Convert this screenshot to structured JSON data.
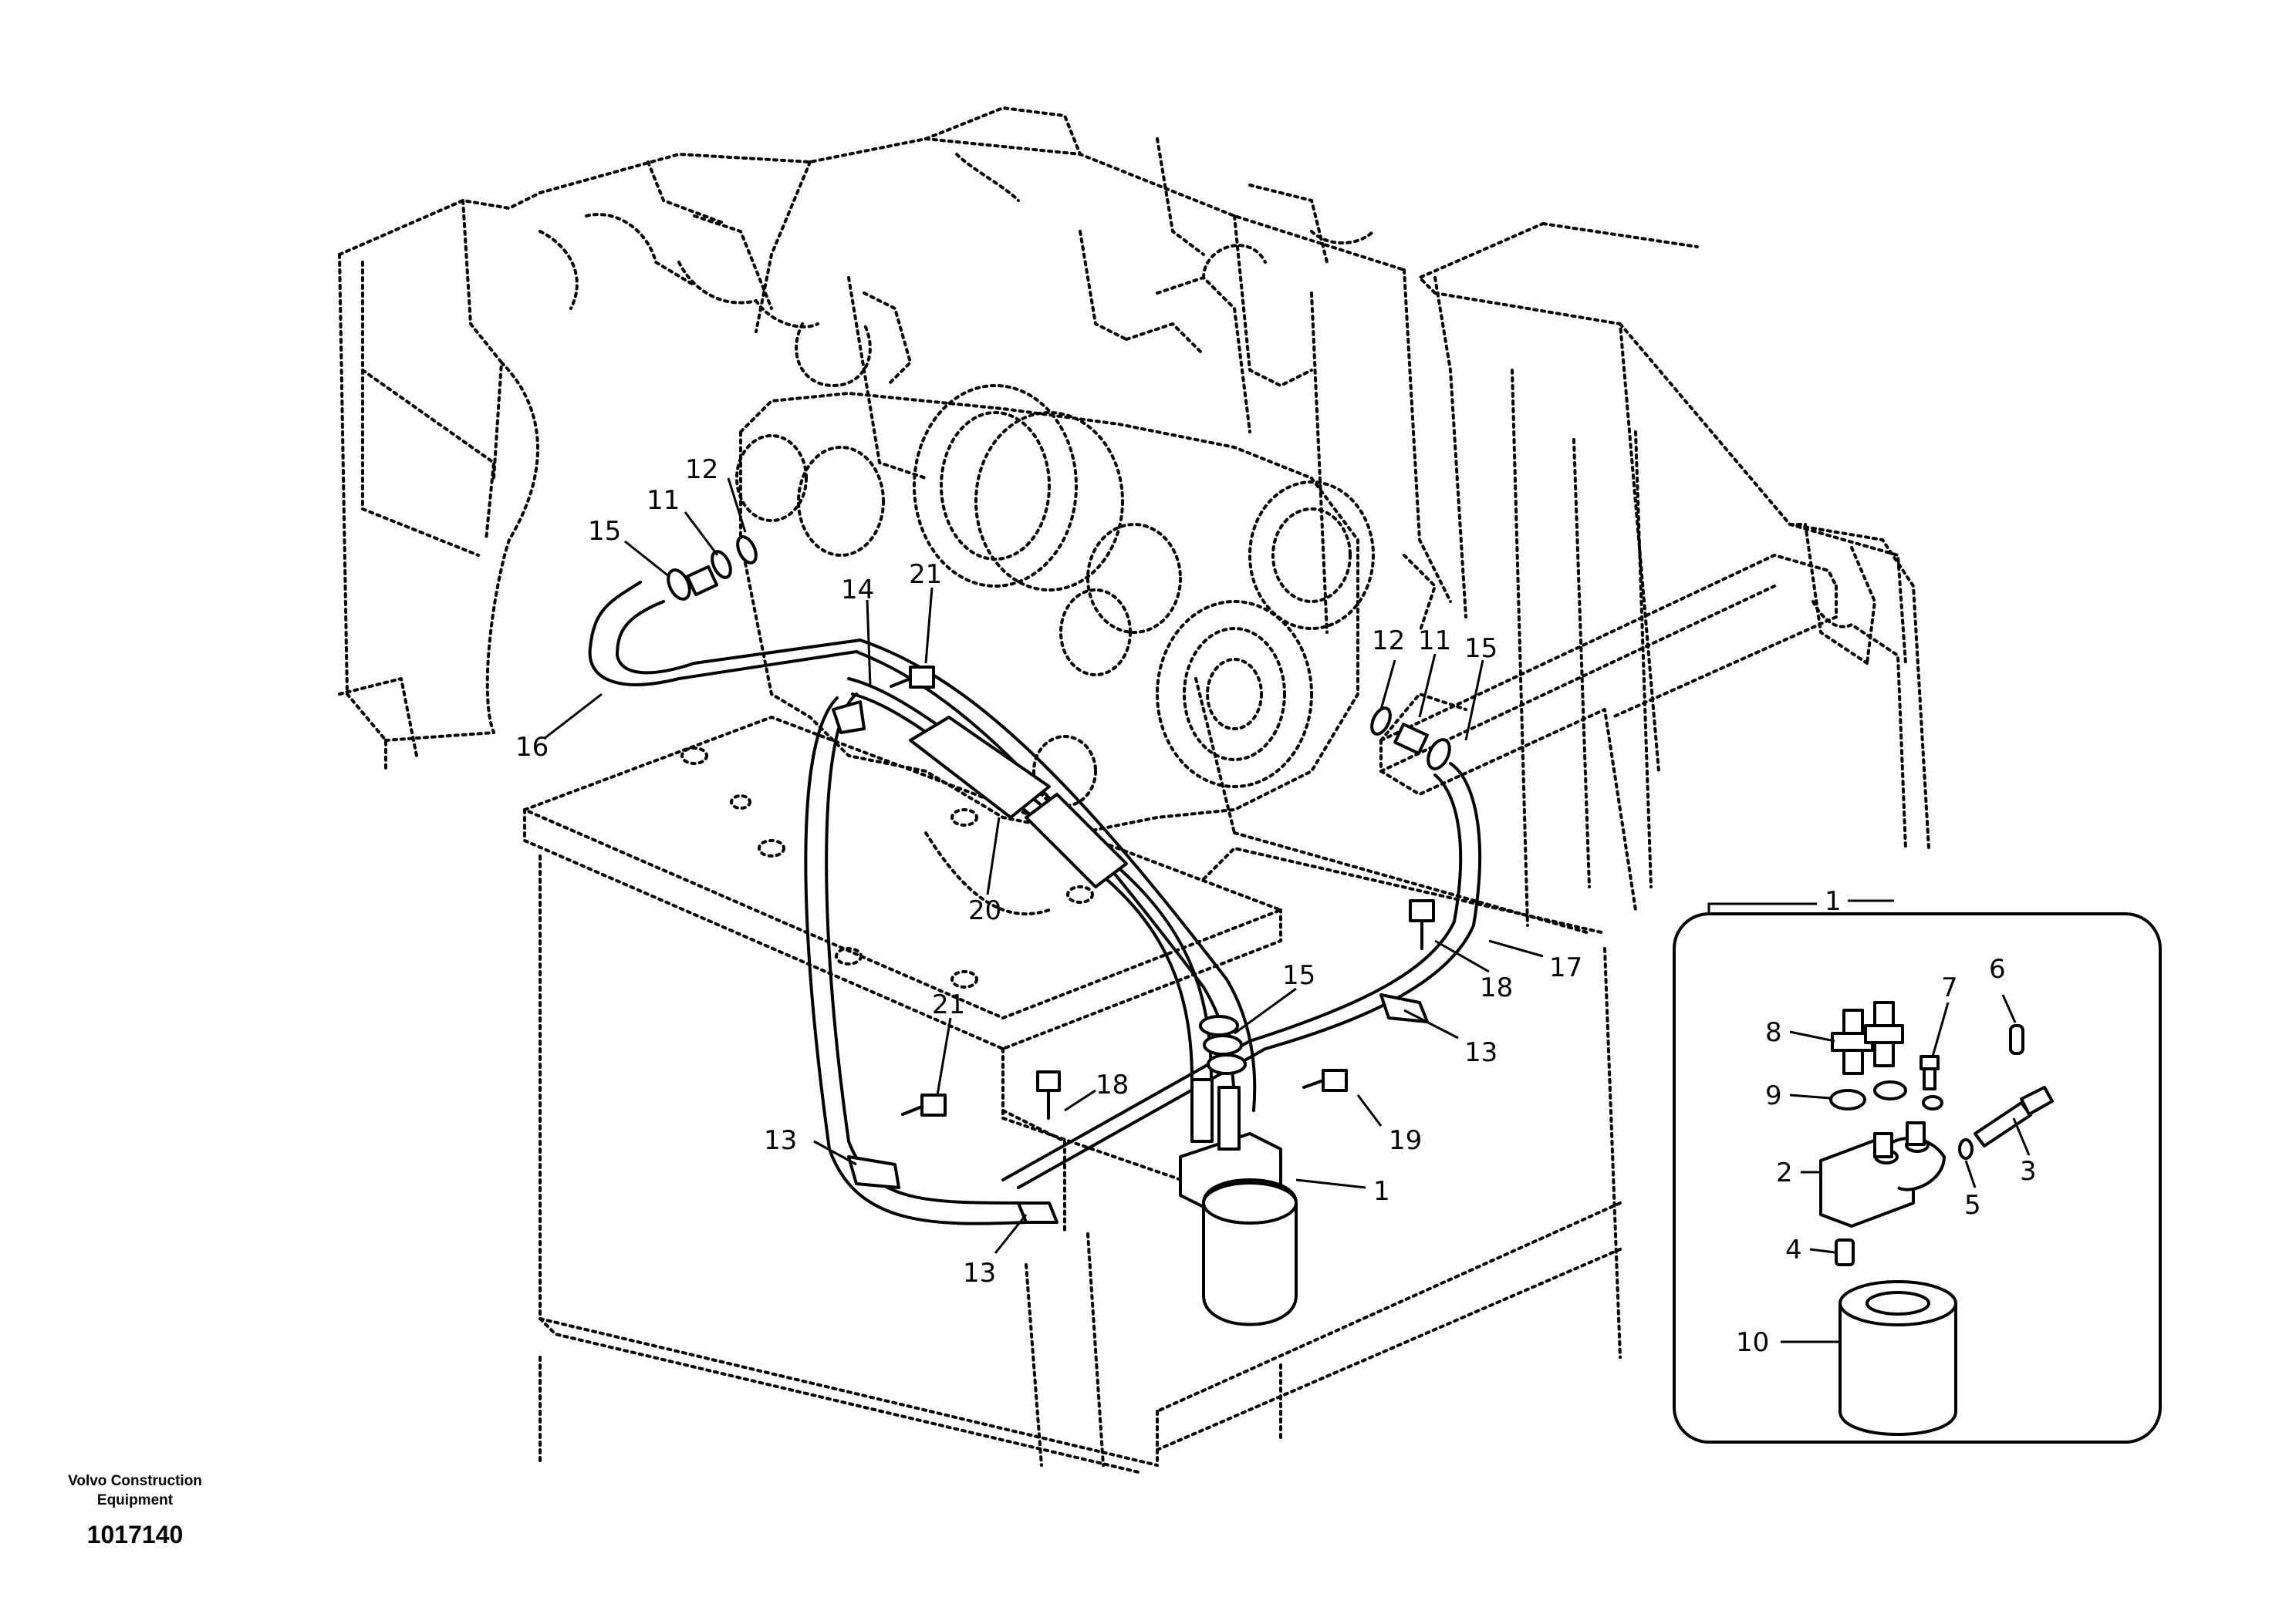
{
  "footer": {
    "brand_line1": "Volvo Construction",
    "brand_line2": "Equipment",
    "drawing_number": "1017140"
  },
  "callouts": {
    "c15a": "15",
    "c11a": "11",
    "c12a": "12",
    "c14": "14",
    "c21a": "21",
    "c16": "16",
    "c20": "20",
    "c12b": "12",
    "c11b": "11",
    "c15b": "15",
    "c17": "17",
    "c18a": "18",
    "c13a": "13",
    "c15c": "15",
    "c21b": "21",
    "c18b": "18",
    "c19": "19",
    "c13b": "13",
    "c1": "1",
    "c13c": "13"
  },
  "detail_callouts": {
    "d1": "1",
    "d8": "8",
    "d7": "7",
    "d6": "6",
    "d9": "9",
    "d2": "2",
    "d5": "5",
    "d3": "3",
    "d4": "4",
    "d10": "10"
  }
}
